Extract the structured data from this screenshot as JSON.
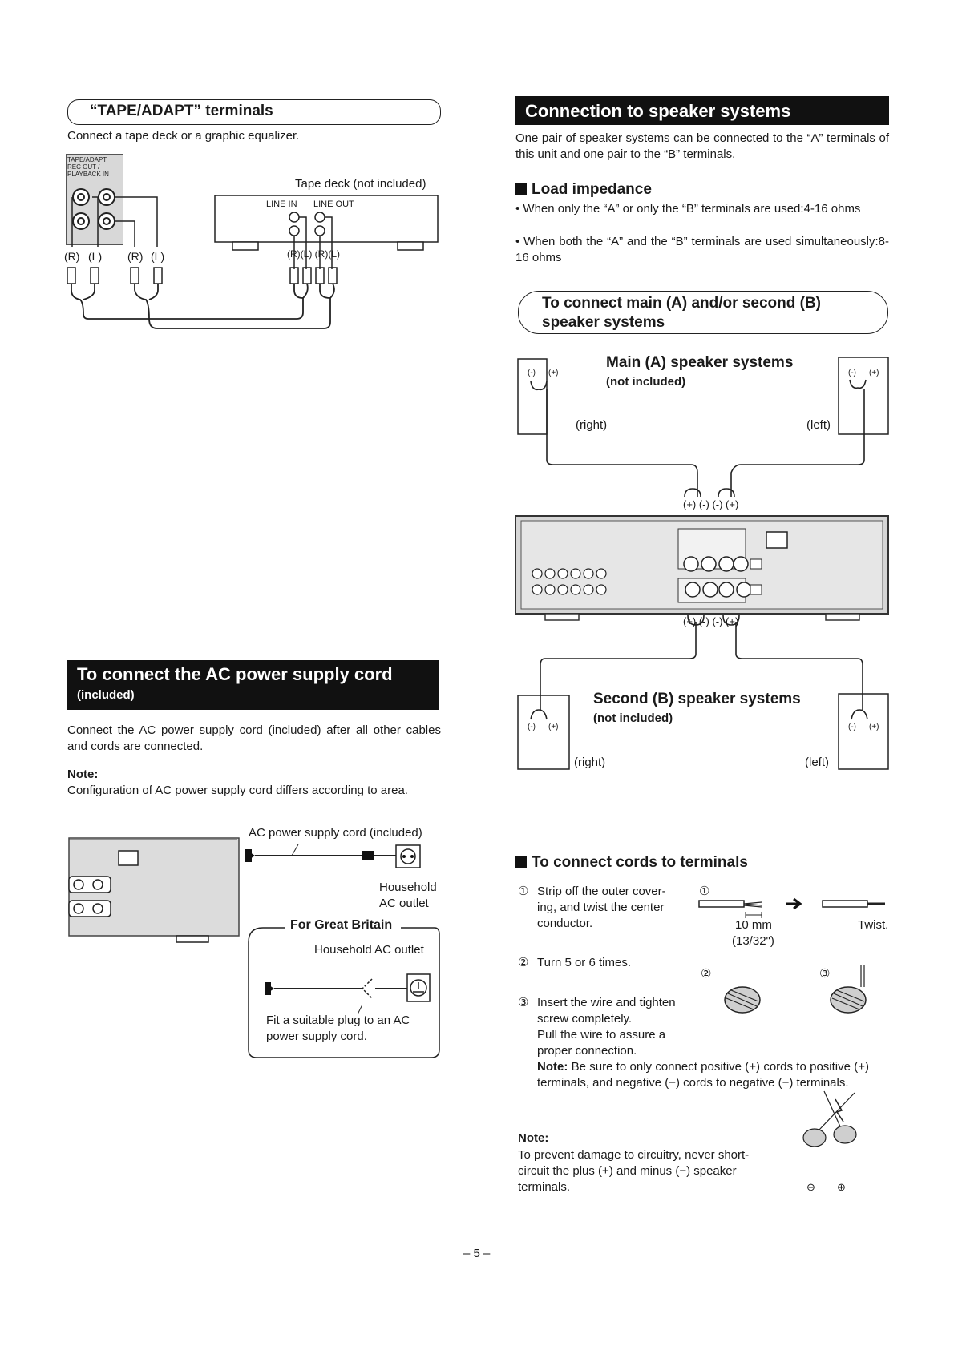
{
  "tape": {
    "title": "“TAPE/ADAPT” terminals",
    "intro": "Connect a tape deck or a graphic equalizer.",
    "panel_label": "TAPE/ADAPT REC OUT / PLAYBACK IN",
    "deck_label": "Tape deck (not included)",
    "line_in": "LINE IN",
    "line_out": "LINE OUT",
    "labels": [
      "(R)",
      "(L)",
      "(R)",
      "(L)"
    ],
    "deck_jack_labels": "(R)(L) (R)(L)"
  },
  "ac": {
    "title": "To connect the AC power supply cord",
    "subtitle": "(included)",
    "body": "Connect the AC power supply cord (included) after all other cables and cords are connected.",
    "note_heading": "Note:",
    "note_text": "Configuration of AC power supply cord differs according to area.",
    "cord_label": "AC power supply cord (included)",
    "outlet_label_1": "Household",
    "outlet_label_2": "AC outlet",
    "gb_title": "For Great Britain",
    "gb_outlet": "Household AC outlet",
    "gb_fit_1": "Fit a suitable plug to an AC",
    "gb_fit_2": "power supply cord."
  },
  "speakers": {
    "title": "Connection to speaker systems",
    "intro": "One pair of speaker systems can be connected to the “A” terminals of this unit and one pair to the “B” terminals.",
    "load_heading": "Load impedance",
    "bullet1": "• When only the “A” or only the “B” terminals are used:4-16 ohms",
    "bullet2": "• When both the “A” and the “B” terminals are used simultaneously:8-16 ohms",
    "connect_title_1": "To connect main (A) and/or second (B)",
    "connect_title_2": "speaker systems",
    "main_label": "Main (A) speaker systems",
    "main_sub": "(not included)",
    "second_label": "Second (B) speaker systems",
    "second_sub": "(not included)",
    "right": "(right)",
    "left": "(left)",
    "pol_minus": "(-)",
    "pol_plus": "(+)",
    "terminals_top": "(+) (-) (-) (+)",
    "terminals_bottom": "(+) (-)  (-) (+)"
  },
  "cords": {
    "heading": "To connect cords to terminals",
    "step1_num": "①",
    "step1": "Strip off the outer covering, and twist the center conductor.",
    "step1_a": "Strip off the outer cover-",
    "step1_b": "ing, and twist the center",
    "step1_c": "conductor.",
    "mm": "10 mm",
    "inch": "(13/32\")",
    "twist": "Twist.",
    "step2_num": "②",
    "step2": "Turn 5 or 6 times.",
    "step3_num": "③",
    "step3_a": "Insert the wire and tighten",
    "step3_b": "screw completely.",
    "step3_c": "Pull the wire to assure a",
    "step3_d": "proper connection.",
    "note_label": "Note:",
    "note_text": " Be sure to only connect positive (+) cords to positive (+) terminals, and negative (−) cords to negative (−) terminals.",
    "note2_heading": "Note:",
    "note2_text": "To prevent damage to circuitry, never short-circuit the plus (+) and minus (−) speaker terminals.",
    "minus_sym": "⊖",
    "plus_sym": "⊕"
  },
  "page_number": "– 5 –"
}
